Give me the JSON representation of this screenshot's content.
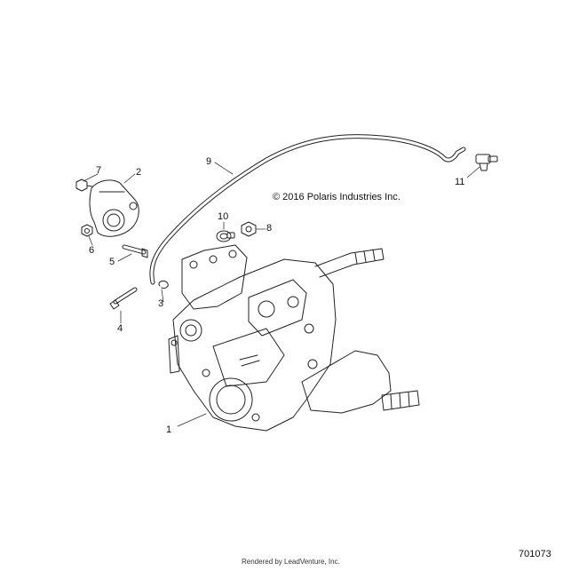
{
  "copyright": "© 2016 Polaris Industries Inc.",
  "diagram_number": "701073",
  "rendered_by": "Rendered by LeadVenture, Inc.",
  "callouts": [
    "1",
    "2",
    "3",
    "4",
    "5",
    "6",
    "7",
    "8",
    "9",
    "10",
    "11"
  ],
  "parts": [
    "transmission-assembly",
    "bracket",
    "clip",
    "bolt",
    "bolt",
    "nut",
    "bolt",
    "nut",
    "vent-hose",
    "clamp",
    "fitting"
  ]
}
